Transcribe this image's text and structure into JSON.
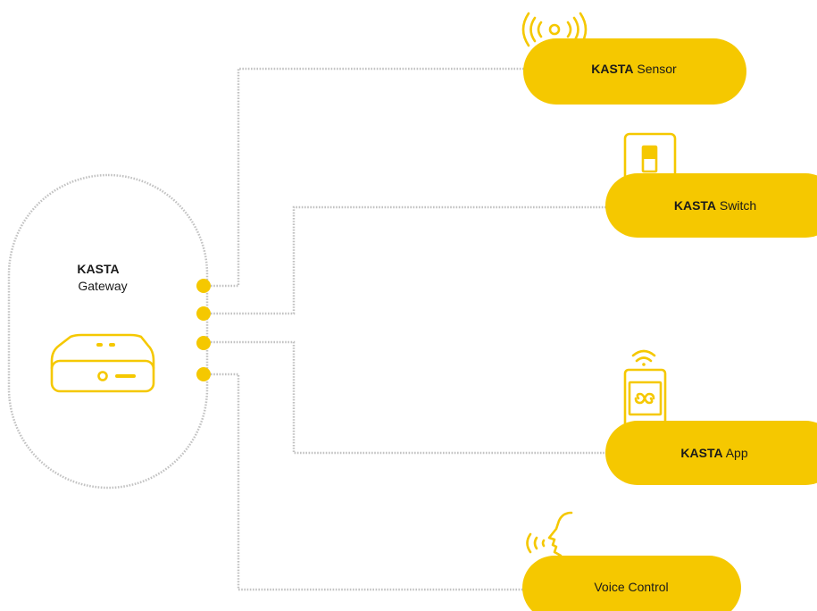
{
  "colors": {
    "accent": "#f5c800",
    "connector": "#c2c2c2",
    "text": "#1a1a1a"
  },
  "gateway": {
    "brand": "KASTA",
    "label": "Gateway",
    "icon": "router-icon"
  },
  "devices": [
    {
      "brand": "KASTA",
      "label": " Sensor",
      "icon": "wireless-signal-icon"
    },
    {
      "brand": "KASTA",
      "label": " Switch",
      "icon": "wall-switch-icon"
    },
    {
      "brand": "KASTA",
      "label": " App",
      "icon": "smartphone-app-icon"
    },
    {
      "brand": "",
      "label": "Voice Control",
      "icon": "voice-speaking-icon"
    }
  ]
}
